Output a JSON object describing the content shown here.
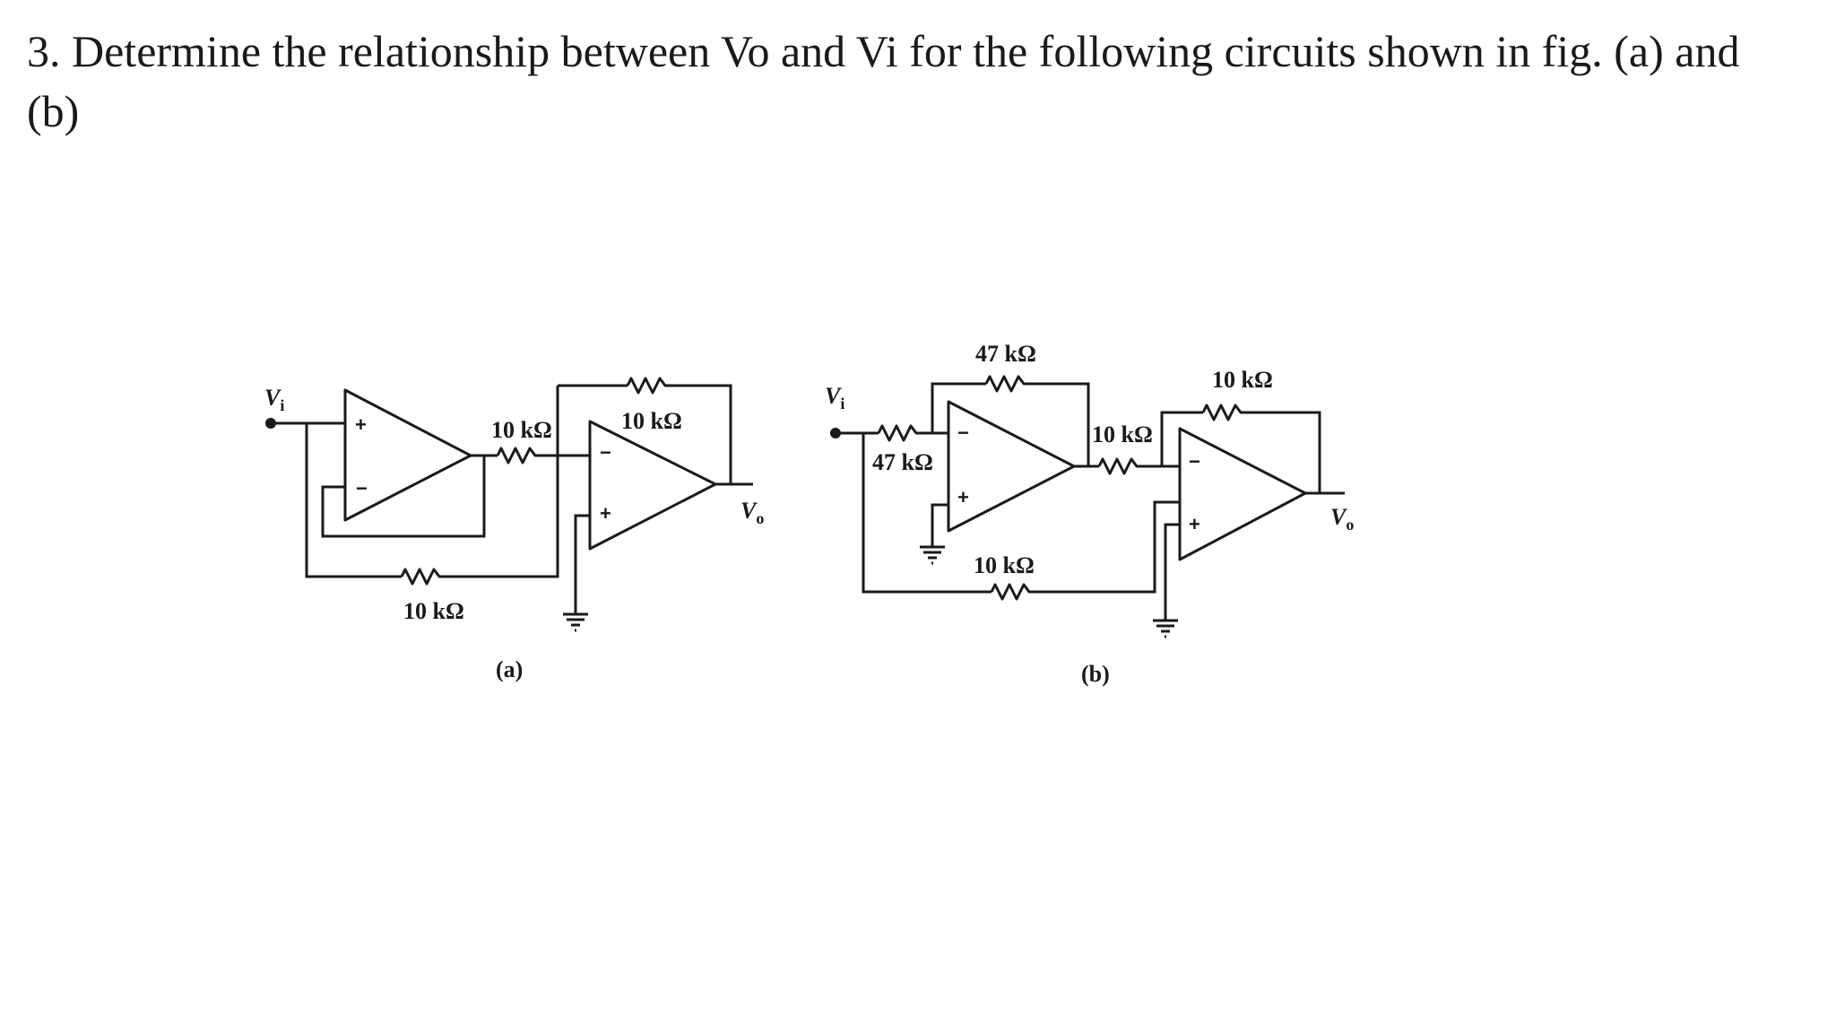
{
  "question": {
    "text": "3. Determine the relationship between Vo and Vi for the following circuits shown in fig. (a) and (b)"
  },
  "figure_a": {
    "caption": "(a)",
    "input_label": "V",
    "input_sub": "i",
    "output_label": "V",
    "output_sub": "o",
    "r_series": "10 kΩ",
    "r_feedback": "10 kΩ",
    "r_bottom": "10 kΩ",
    "opamp1_plus": "+",
    "opamp1_minus": "−",
    "opamp2_minus": "−",
    "opamp2_plus": "+"
  },
  "figure_b": {
    "caption": "(b)",
    "input_label": "V",
    "input_sub": "i",
    "output_label": "V",
    "output_sub": "o",
    "r_input": "47 kΩ",
    "r_feedback1": "47 kΩ",
    "r_series": "10 kΩ",
    "r_feedback2": "10 kΩ",
    "r_bottom": "10 kΩ",
    "opamp1_minus": "−",
    "opamp1_plus": "+",
    "opamp2_minus": "−",
    "opamp2_plus": "+"
  }
}
